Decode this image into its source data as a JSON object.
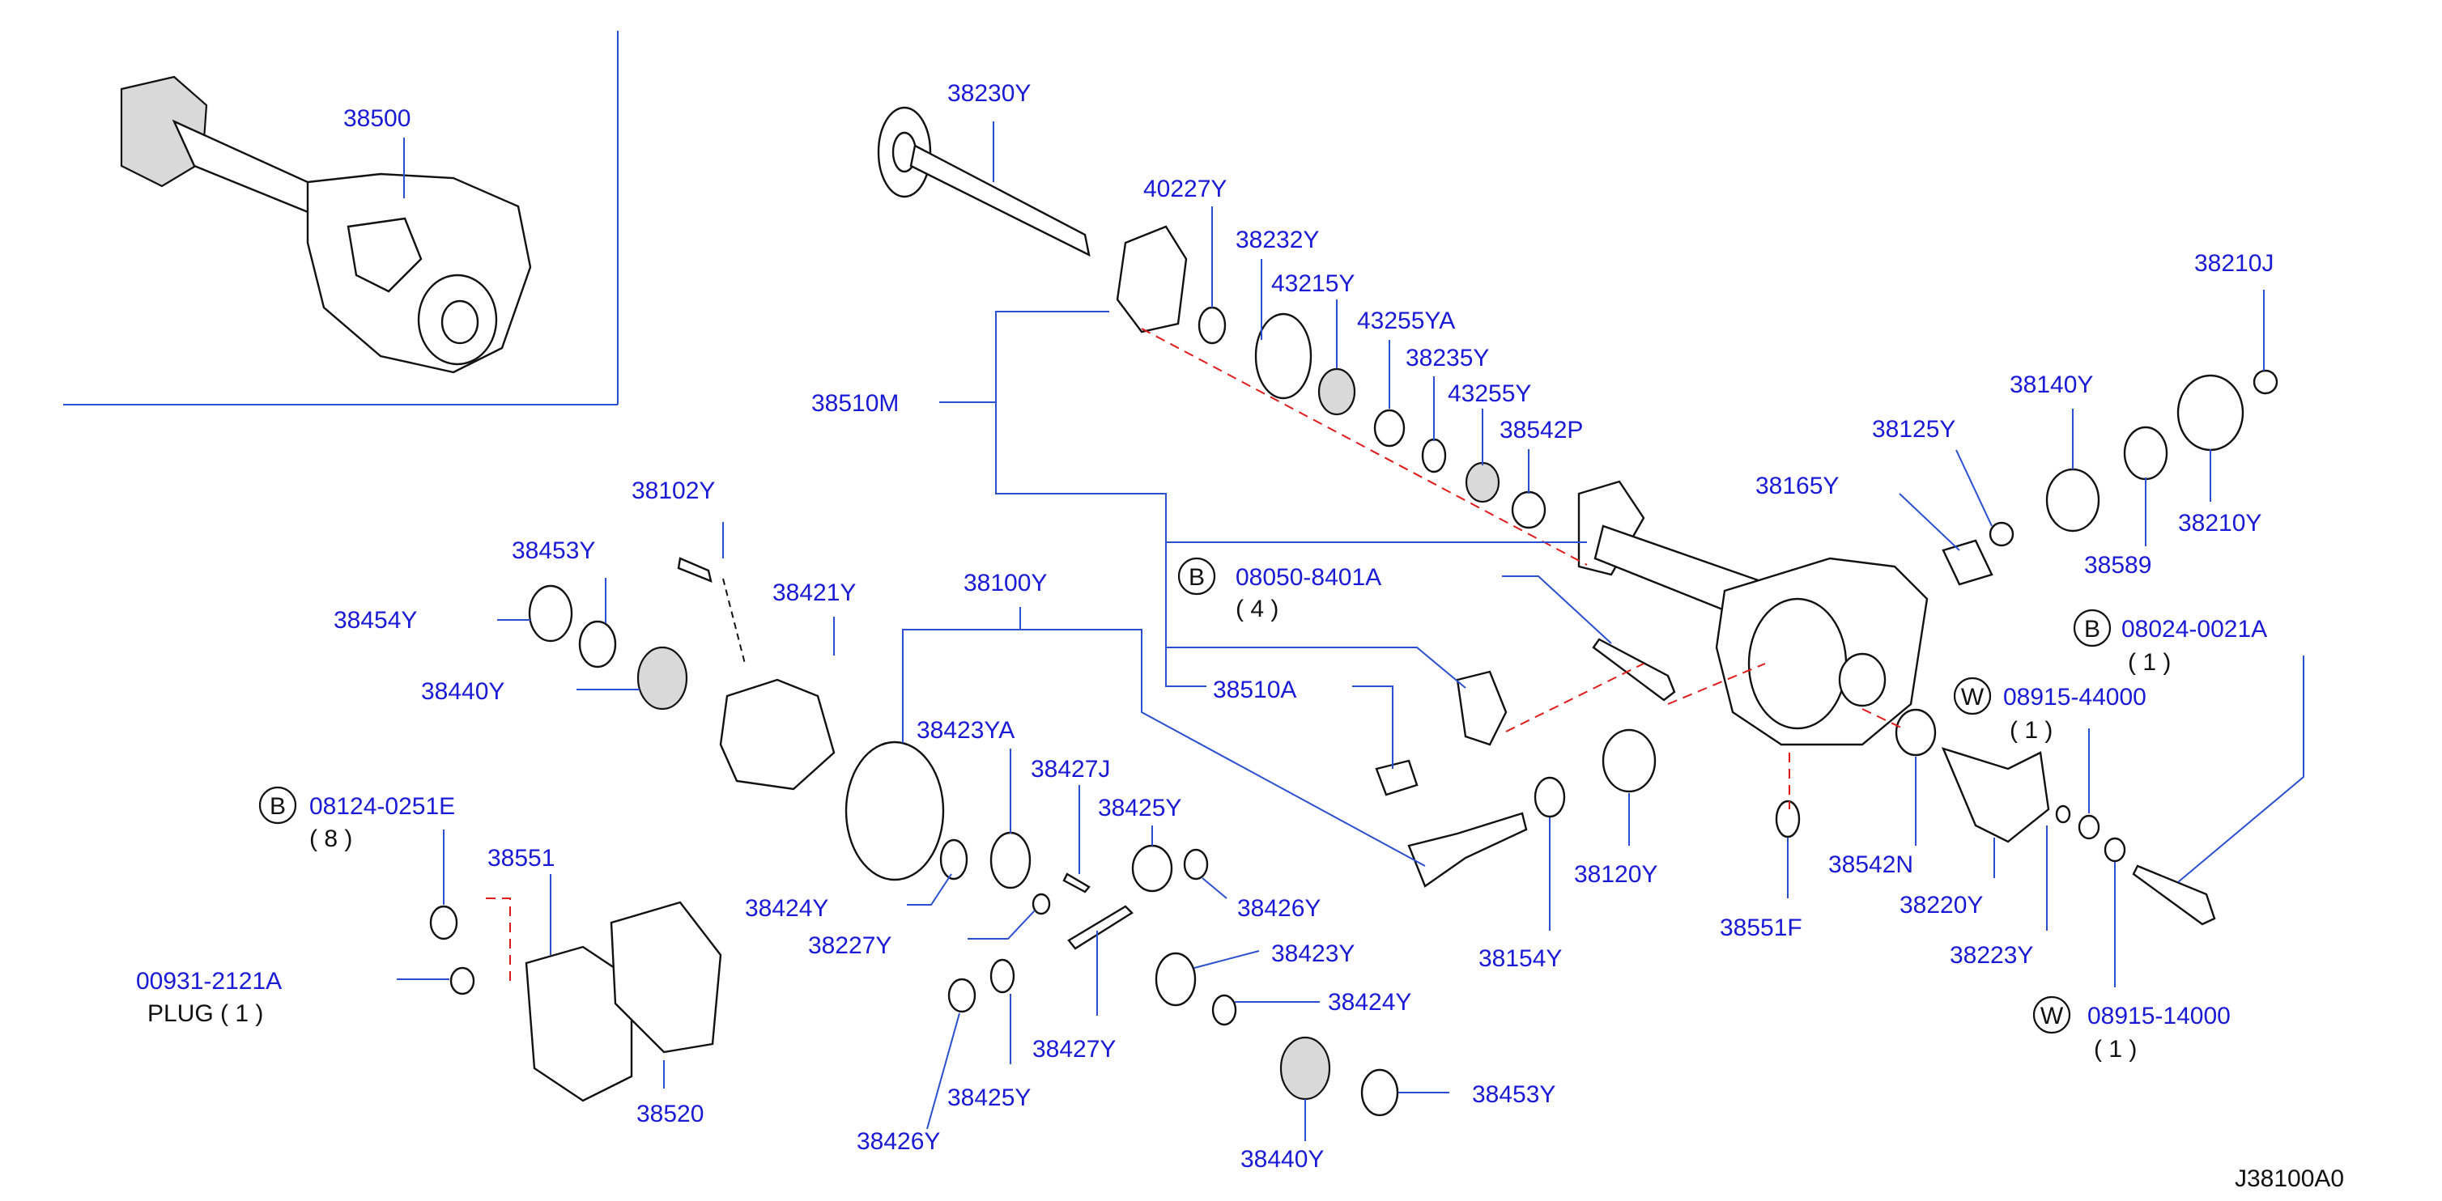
{
  "diagram_code": "J38100A0",
  "labels": {
    "p38500": "38500",
    "p38230Y": "38230Y",
    "p40227Y": "40227Y",
    "p38232Y": "38232Y",
    "p43215Y": "43215Y",
    "p43255YA": "43255YA",
    "p38235Y": "38235Y",
    "p43255Y": "43255Y",
    "p38542P": "38542P",
    "p38210J": "38210J",
    "p38140Y": "38140Y",
    "p38125Y": "38125Y",
    "p38165Y": "38165Y",
    "p38589": "38589",
    "p38210Y": "38210Y",
    "p38510M": "38510M",
    "p38102Y": "38102Y",
    "p38453Y_a": "38453Y",
    "p38454Y": "38454Y",
    "p38421Y": "38421Y",
    "p38440Y_a": "38440Y",
    "p38100Y": "38100Y",
    "p08050": "08050-8401A",
    "p08050_qty": "( 4 )",
    "p38510A": "38510A",
    "p08024": "08024-0021A",
    "p08024_qty": "( 1 )",
    "p08915_44": "08915-44000",
    "p08915_44_qty": "( 1 )",
    "p38423YA": "38423YA",
    "p38427J": "38427J",
    "p38425Y_a": "38425Y",
    "p38424Y_a": "38424Y",
    "p38227Y": "38227Y",
    "p38426Y_a": "38426Y",
    "p38423Y": "38423Y",
    "p38424Y_b": "38424Y",
    "p38427Y": "38427Y",
    "p38425Y_b": "38425Y",
    "p38426Y_b": "38426Y",
    "p38440Y_b": "38440Y",
    "p38453Y_b": "38453Y",
    "p38120Y": "38120Y",
    "p38154Y": "38154Y",
    "p38551F": "38551F",
    "p38542N": "38542N",
    "p38220Y": "38220Y",
    "p38223Y": "38223Y",
    "p08915_14": "08915-14000",
    "p08915_14_qty": "( 1 )",
    "p08124": "08124-0251E",
    "p08124_qty": "( 8 )",
    "p38551": "38551",
    "p00931": "00931-2121A",
    "p_plug": "PLUG ( 1 )",
    "p38520": "38520"
  },
  "markers": {
    "bolt_b": "B",
    "washer_w": "W"
  },
  "colors": {
    "label_blue": "#1a1ad6",
    "leader_blue": "#2a4fd0",
    "dash_red": "#e11a1a",
    "outline": "#111111"
  }
}
